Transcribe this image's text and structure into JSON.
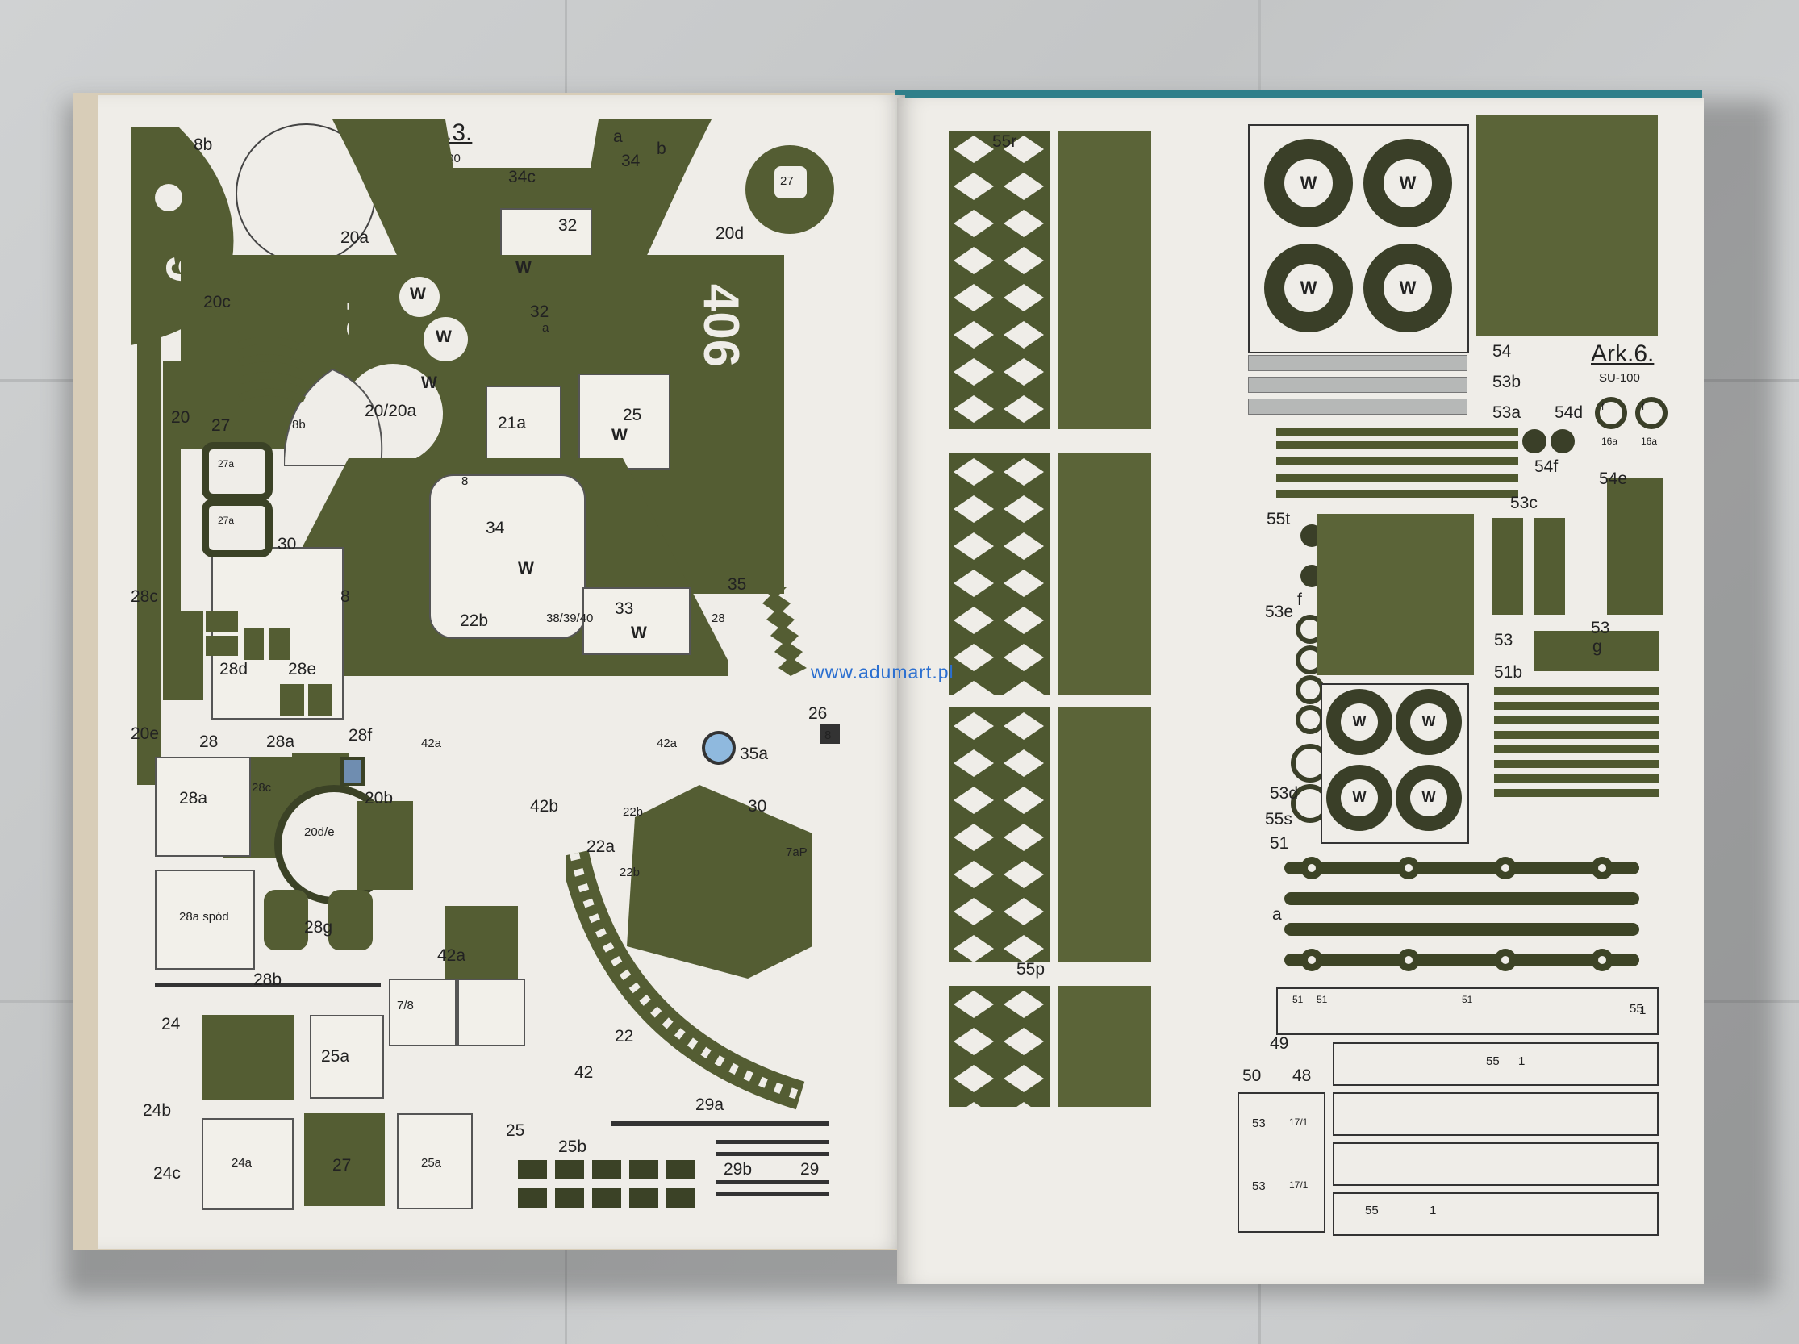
{
  "watermark": "www.adumart.pl",
  "left_sheet": {
    "title": "Ark.3.",
    "subtitle": "SU-100",
    "numbers": {
      "tank_9": "9",
      "tank_40": "40",
      "tank_406": "406"
    },
    "labels": [
      "8b",
      "34c",
      "34",
      "a",
      "b",
      "20a",
      "20d",
      "27",
      "32",
      "32",
      "a",
      "20c",
      "20",
      "27",
      "27a",
      "27a",
      "20/20a",
      "21a",
      "25",
      "8b",
      "30",
      "34",
      "8",
      "22b",
      "33",
      "28",
      "38/39/40",
      "35",
      "8",
      "28c",
      "28d",
      "28e",
      "26",
      "8",
      "20e",
      "28",
      "28a",
      "28f",
      "35a",
      "28a",
      "28c",
      "42a",
      "42a",
      "20b",
      "20d/e",
      "42b",
      "22b",
      "22a",
      "22b",
      "30",
      "7aP",
      "28a spód",
      "28g",
      "28b",
      "42a",
      "7/8",
      "24",
      "25a",
      "24b",
      "22",
      "42",
      "29a",
      "24a",
      "27",
      "25a",
      "25",
      "25b",
      "29b",
      "29",
      "24c",
      "W",
      "W",
      "W",
      "W",
      "W",
      "W",
      "W"
    ]
  },
  "right_sheet": {
    "title": "Ark.6.",
    "subtitle": "SU-100",
    "labels": [
      "55r",
      "54",
      "53b",
      "53a",
      "54d",
      "54f",
      "54e",
      "16a",
      "16a",
      "f",
      "f",
      "55t",
      "f",
      "53e",
      "53c",
      "53",
      "g",
      "53",
      "51b",
      "53d",
      "55s",
      "51",
      "a",
      "55p",
      "49",
      "50",
      "48",
      "53",
      "17/1",
      "53",
      "17/1",
      "55",
      "55",
      "55",
      "1",
      "1",
      "1",
      "51",
      "51",
      "51",
      "W",
      "W",
      "W",
      "W",
      "W",
      "W",
      "W",
      "W"
    ]
  },
  "colors": {
    "olive": "#545d33",
    "paper": "#efede8",
    "watermark": "#2b6fd0"
  }
}
